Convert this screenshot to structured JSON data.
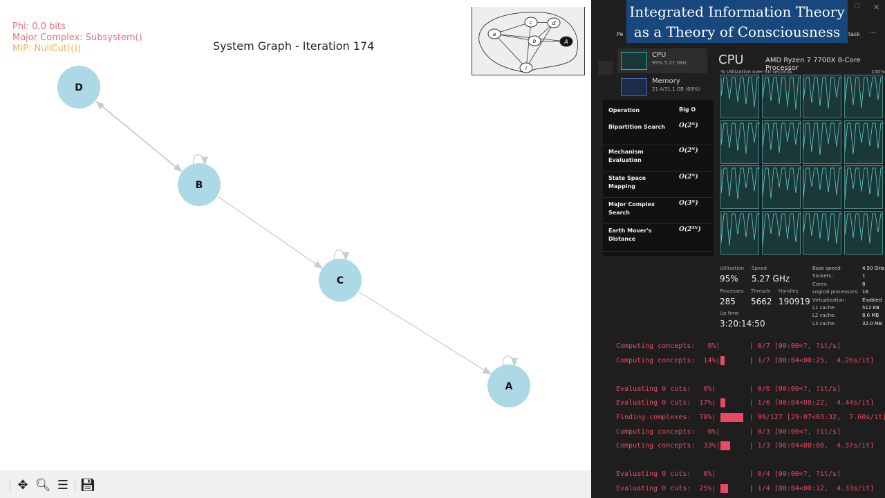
{
  "plot": {
    "phi": "Phi: 0.0 bits",
    "major_complex": "Major Complex: Subsystem()",
    "mip": "MIP: NullCut(())",
    "title": "System Graph - Iteration 174",
    "colors": {
      "phi": "#e8707a",
      "mip": "#f0b050",
      "node": "#add8e6"
    },
    "nodes": [
      {
        "label": "D"
      },
      {
        "label": "B"
      },
      {
        "label": "C"
      },
      {
        "label": "A"
      }
    ],
    "inset_nodes": [
      "a",
      "c",
      "d",
      "b",
      "A",
      "i"
    ]
  },
  "toolbar": {
    "icons": [
      "pan-icon",
      "zoom-icon",
      "configure-icon",
      "save-icon"
    ]
  },
  "banner": {
    "line1": "Integrated Information Theory",
    "line2": "as a Theory of Consciousness"
  },
  "taskmgr": {
    "tab_partial": "Pe",
    "task_partial": "task",
    "more": "...",
    "sidebar": [
      {
        "label": "CPU",
        "sub": "95% 5.27 GHz"
      },
      {
        "label": "Memory",
        "sub": "21.4/31.1 GB (69%)"
      }
    ],
    "cpu_title": "CPU",
    "cpu_name": "AMD Ryzen 7 7700X 8-Core Processor",
    "util_caption": "% Utilization over 60 seconds",
    "util_max": "100%",
    "stats": {
      "utilization_label": "Utilization",
      "utilization": "95%",
      "speed_label": "Speed",
      "speed": "5.27 GHz",
      "processes_label": "Processes",
      "processes": "285",
      "threads_label": "Threads",
      "threads": "5662",
      "handles_label": "Handles",
      "handles": "190919",
      "uptime_label": "Up time",
      "uptime": "3:20:14:50"
    },
    "specs": [
      [
        "Base speed:",
        "4.50 GHz"
      ],
      [
        "Sockets:",
        "1"
      ],
      [
        "Cores:",
        "8"
      ],
      [
        "Logical processors:",
        "16"
      ],
      [
        "Virtualization:",
        "Enabled"
      ],
      [
        "L1 cache:",
        "512 KB"
      ],
      [
        "L2 cache:",
        "8.0 MB"
      ],
      [
        "L3 cache:",
        "32.0 MB"
      ]
    ]
  },
  "complexity_table": {
    "header": [
      "Operation",
      "Big O"
    ],
    "rows": [
      [
        "Bipartition Search",
        "O(2ᴺ)"
      ],
      [
        "Mechanism Evaluation",
        "O(2ᴺ)"
      ],
      [
        "State Space Mapping",
        "O(2ᴺ)"
      ],
      [
        "Major Complex Search",
        "O(3ᴺ)"
      ],
      [
        "Earth Mover's Distance",
        "O(2³ᴺ)"
      ]
    ]
  },
  "terminal": [
    {
      "label": "Computing concepts:   0%|",
      "pct": 0,
      "stats": "| 0/7 [00:00<?, ?it/s]"
    },
    {
      "label": "Computing concepts:  14%|",
      "pct": 14,
      "stats": "| 1/7 [00:04<00:25,  4.26s/it]"
    },
    {
      "label": "",
      "pct": 0,
      "stats": ""
    },
    {
      "label": "Evaluating 0 cuts:   0%|",
      "pct": 0,
      "stats": "| 0/6 [00:00<?, ?it/s]"
    },
    {
      "label": "Evaluating 0 cuts:  17%|",
      "pct": 17,
      "stats": "| 1/6 [00:04<00:22,  4.44s/it]"
    },
    {
      "label": "Finding complexes:  78%|",
      "pct": 78,
      "stats": "| 99/127 [29:07<03:32,  7.60s/it]"
    },
    {
      "label": "Computing concepts:   0%|",
      "pct": 0,
      "stats": "| 0/3 [00:00<?, ?it/s]"
    },
    {
      "label": "Computing concepts:  33%|",
      "pct": 33,
      "stats": "| 1/3 [00:04<00:08,  4.37s/it]"
    },
    {
      "label": "",
      "pct": 0,
      "stats": ""
    },
    {
      "label": "Evaluating 0 cuts:   0%|",
      "pct": 0,
      "stats": "| 0/4 [00:00<?, ?it/s]"
    },
    {
      "label": "Evaluating 0 cuts:  25%|",
      "pct": 25,
      "stats": "| 1/4 [00:04<00:12,  4.33s/it]"
    }
  ]
}
